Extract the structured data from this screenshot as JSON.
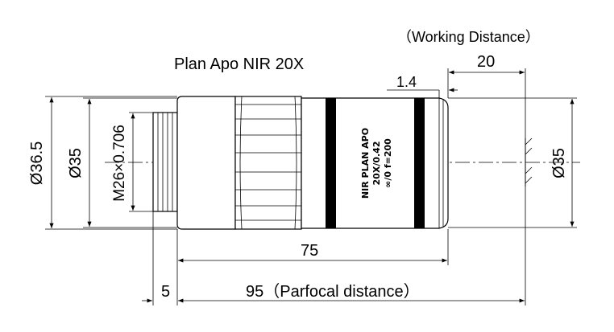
{
  "title": "Plan Apo NIR 20X",
  "working_distance_label": "（Working Distance）",
  "dimensions": {
    "working_distance": "20",
    "front_offset": "1.4",
    "outer_diameter": "Ø36.5",
    "body_diameter": "Ø35",
    "thread": "M26×0.706",
    "front_diameter": "Ø35",
    "body_length": "75",
    "flange_offset": "5",
    "parfocal": "95（Parfocal distance）"
  },
  "barrel_marking": {
    "line1": "NIR PLAN APO",
    "line2": "20X/0.42",
    "line3": "∞/0 f=200"
  }
}
